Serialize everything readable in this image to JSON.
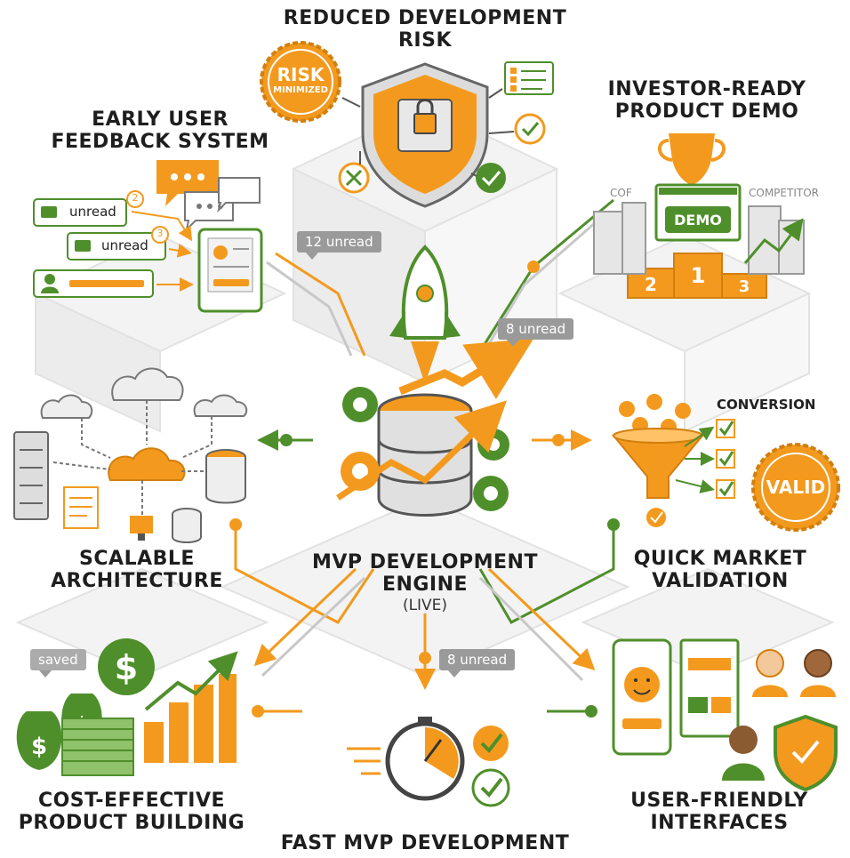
{
  "center": {
    "title_line1": "MVP DEVELOPMENT",
    "title_line2": "ENGINE",
    "status": "(LIVE)"
  },
  "nodes": {
    "risk": {
      "title_line1": "REDUCED DEVELOPMENT",
      "title_line2": "RISK",
      "seal_line1": "RISK",
      "seal_line2": "MINIMIZED"
    },
    "investor": {
      "title_line1": "INVESTOR-READY",
      "title_line2": "PRODUCT DEMO",
      "left_label": "COF",
      "right_label": "COMPETITOR",
      "demo_label": "DEMO",
      "podium": [
        "2",
        "1",
        "3"
      ]
    },
    "feedback": {
      "title_line1": "EARLY USER",
      "title_line2": "FEEDBACK SYSTEM",
      "msg1": "unread",
      "msg2": "unread",
      "count1": "2",
      "count2": "3"
    },
    "scalable": {
      "title_line1": "SCALABLE",
      "title_line2": "ARCHITECTURE"
    },
    "validation": {
      "title_line1": "QUICK MARKET",
      "title_line2": "VALIDATION",
      "conversion_label": "CONVERSION",
      "seal": "VALID"
    },
    "cost": {
      "title_line1": "COST-EFFECTIVE",
      "title_line2": "PRODUCT BUILDING",
      "saved_label": "saved"
    },
    "fast": {
      "title": "FAST MVP DEVELOPMENT"
    },
    "ui": {
      "title_line1": "USER-FRIENDLY",
      "title_line2": "INTERFACES"
    }
  },
  "badges": {
    "left": "12 unread",
    "right": "8 unread",
    "bottom": "8 unread"
  },
  "colors": {
    "green": "#4f8f2b",
    "orange": "#f39a1e",
    "gray": "#9a9a9a"
  }
}
